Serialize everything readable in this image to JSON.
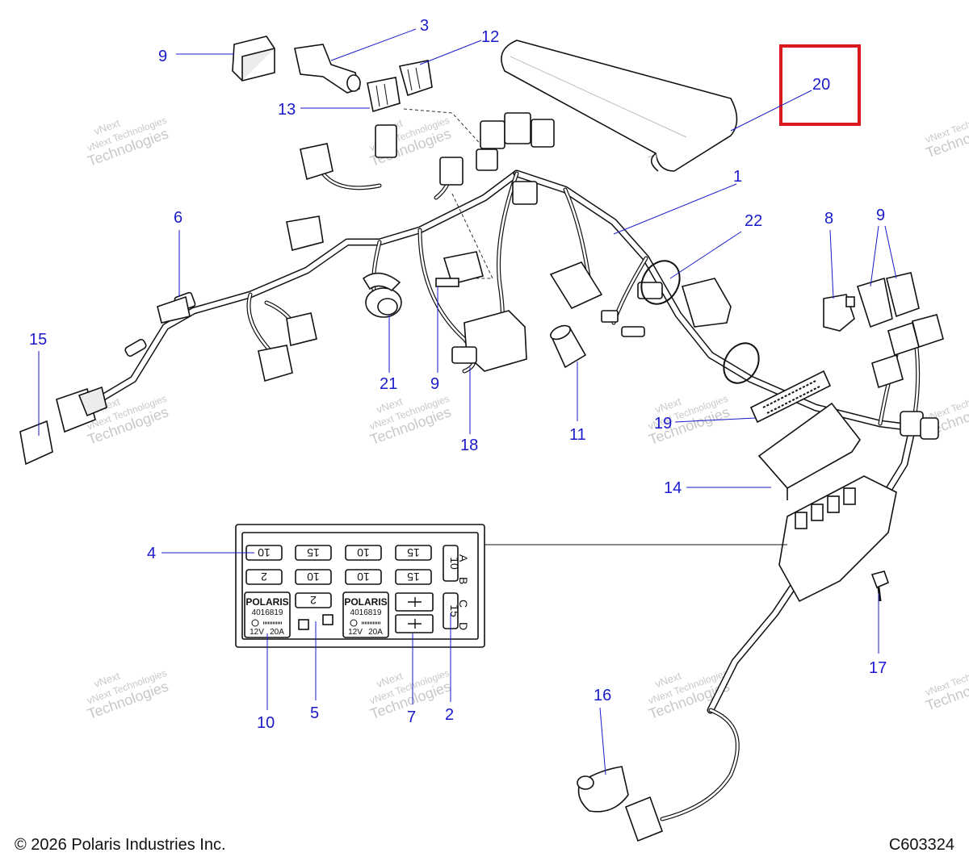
{
  "callouts": [
    {
      "label": "1"
    },
    {
      "label": "2"
    },
    {
      "label": "3"
    },
    {
      "label": "4"
    },
    {
      "label": "5"
    },
    {
      "label": "6"
    },
    {
      "label": "7"
    },
    {
      "label": "8"
    },
    {
      "label": "9"
    },
    {
      "label": "9"
    },
    {
      "label": "9"
    },
    {
      "label": "10"
    },
    {
      "label": "11"
    },
    {
      "label": "12"
    },
    {
      "label": "13"
    },
    {
      "label": "14"
    },
    {
      "label": "15"
    },
    {
      "label": "16"
    },
    {
      "label": "17"
    },
    {
      "label": "18"
    },
    {
      "label": "19"
    },
    {
      "label": "20"
    },
    {
      "label": "21"
    },
    {
      "label": "22"
    }
  ],
  "watermark": {
    "line1": "vNext",
    "line2": "vNext Technologies",
    "line3": "Technologies"
  },
  "fuse_block": {
    "row1": [
      "10",
      "15",
      "10",
      "15"
    ],
    "row2": [
      "2",
      "10",
      "10",
      "15"
    ],
    "row3": [
      "2"
    ],
    "side_fuses": [
      "10",
      "15"
    ],
    "row_letters": [
      "A",
      "B",
      "C",
      "D"
    ],
    "relay_brand": "POLARIS",
    "relay_part": "4016819",
    "relay_volt": "12V",
    "relay_amp": "20A"
  },
  "highlight_color": "#d9191c",
  "callout_color": "#1a1acc",
  "footer": {
    "copyright": "© 2026 Polaris Industries Inc.",
    "figure_code": "C603324"
  }
}
